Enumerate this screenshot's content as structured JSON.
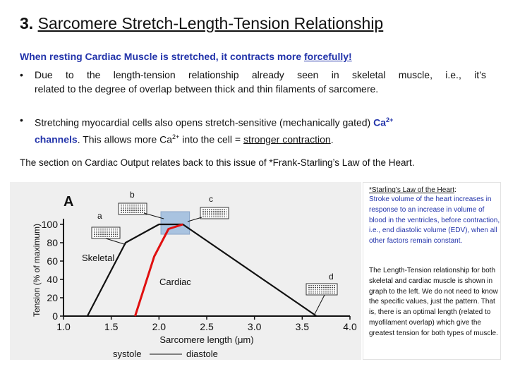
{
  "title": {
    "number": "3.",
    "text": "Sarcomere Stretch-Length-Tension Relationship"
  },
  "lead": {
    "before": "When resting Cardiac Muscle is stretched, it contracts more ",
    "emph": "forcefully!"
  },
  "bullets": [
    {
      "marker": "•",
      "line1": "Due to the length-tension relationship already seen in skeletal muscle, i.e., it’s",
      "line2": "related to the degree of overlap between thick and thin filaments of sarcomere."
    },
    {
      "marker": "•",
      "line1_a": "Stretching myocardial cells also opens stretch-sensitive (mechanically gated) ",
      "line1_b": "Ca",
      "line1_sup": "2+",
      "line2_a": "channels",
      "line2_b": ". This allows more Ca",
      "line2_sup": "2+",
      "line2_c": " into the cell = ",
      "line2_u": "stronger contraction",
      "line2_end": "."
    }
  ],
  "section_note": "The section on Cardiac Output relates back to this issue of *Frank-Starling’s Law of the Heart.",
  "sidebox": {
    "heading": "*Starling’s Law of the Heart",
    "heading_colon": ":",
    "para1": "Stroke volume of the heart increases in response to an increase in volume of blood in the ventricles, before contraction, i.e., end diastolic volume (EDV), when all other factors remain constant.",
    "para2": "The Length-Tension relationship for both skeletal and cardiac muscle is shown in graph to the left. We do not need to know the specific values, just the pattern. That is, there is an optimal length (related to myofilament overlap) which give the greatest tension for both types of muscle."
  },
  "chart_data": {
    "type": "line",
    "panel_label": "A",
    "xlabel": "Sarcomere length (μm)",
    "ylabel": "Tension (% of maximum)",
    "xlim": [
      1.0,
      4.0
    ],
    "ylim": [
      0,
      100
    ],
    "x_ticks": [
      "1.0",
      "1.5",
      "2.0",
      "2.5",
      "3.0",
      "3.5",
      "4.0"
    ],
    "y_ticks": [
      "0",
      "20",
      "40",
      "60",
      "80",
      "100"
    ],
    "series": [
      {
        "name": "Skeletal",
        "color": "#111111",
        "x": [
          1.25,
          1.65,
          2.0,
          2.25,
          3.65
        ],
        "y": [
          0,
          80,
          100,
          100,
          0
        ]
      },
      {
        "name": "Cardiac",
        "color": "#e01010",
        "x": [
          1.75,
          1.95,
          2.1,
          2.25
        ],
        "y": [
          0,
          65,
          95,
          100
        ]
      }
    ],
    "point_labels": [
      "a",
      "b",
      "c",
      "d"
    ],
    "bottom_labels": [
      "systole",
      "diastole"
    ],
    "highlight_color": "#a9c3e0"
  }
}
